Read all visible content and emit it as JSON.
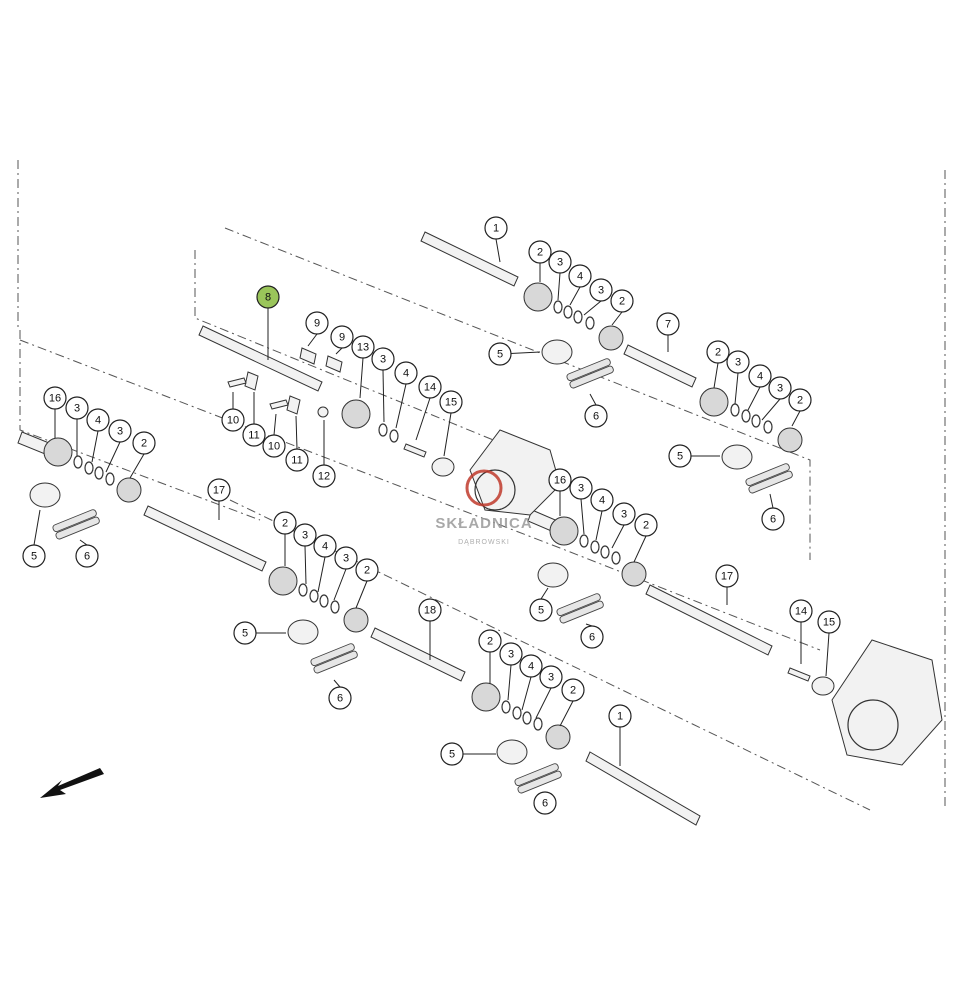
{
  "callouts": [
    {
      "label": "1"
    },
    {
      "label": "2"
    },
    {
      "label": "3"
    },
    {
      "label": "4"
    },
    {
      "label": "3"
    },
    {
      "label": "2"
    },
    {
      "label": "5"
    },
    {
      "label": "6"
    },
    {
      "label": "7"
    },
    {
      "label": "2"
    },
    {
      "label": "3"
    },
    {
      "label": "4"
    },
    {
      "label": "3"
    },
    {
      "label": "2"
    },
    {
      "label": "5"
    },
    {
      "label": "6"
    },
    {
      "label": "8"
    },
    {
      "label": "9"
    },
    {
      "label": "9"
    },
    {
      "label": "13"
    },
    {
      "label": "3"
    },
    {
      "label": "4"
    },
    {
      "label": "14"
    },
    {
      "label": "15"
    },
    {
      "label": "10"
    },
    {
      "label": "11"
    },
    {
      "label": "10"
    },
    {
      "label": "11"
    },
    {
      "label": "12"
    },
    {
      "label": "16"
    },
    {
      "label": "3"
    },
    {
      "label": "4"
    },
    {
      "label": "3"
    },
    {
      "label": "2"
    },
    {
      "label": "5"
    },
    {
      "label": "6"
    },
    {
      "label": "17"
    },
    {
      "label": "2"
    },
    {
      "label": "3"
    },
    {
      "label": "4"
    },
    {
      "label": "3"
    },
    {
      "label": "2"
    },
    {
      "label": "5"
    },
    {
      "label": "6"
    },
    {
      "label": "16"
    },
    {
      "label": "3"
    },
    {
      "label": "4"
    },
    {
      "label": "3"
    },
    {
      "label": "2"
    },
    {
      "label": "5"
    },
    {
      "label": "6"
    },
    {
      "label": "17"
    },
    {
      "label": "14"
    },
    {
      "label": "15"
    },
    {
      "label": "18"
    },
    {
      "label": "2"
    },
    {
      "label": "3"
    },
    {
      "label": "4"
    },
    {
      "label": "3"
    },
    {
      "label": "2"
    },
    {
      "label": "5"
    },
    {
      "label": "6"
    },
    {
      "label": "1"
    }
  ],
  "highlighted_label": "8",
  "highlight_color": "#9ac55a",
  "watermark": {
    "title": "SKŁADNICA",
    "subtitle": "DĄBROWSKI",
    "accent_color": "#c0392b"
  },
  "direction_arrow": "arrow-down-left-icon"
}
